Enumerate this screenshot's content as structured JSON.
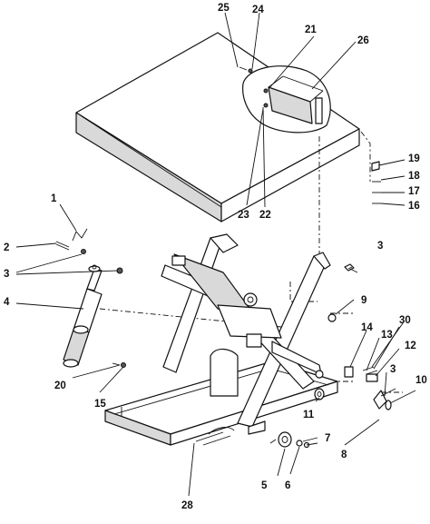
{
  "callouts": [
    "1",
    "2",
    "3",
    "3",
    "4",
    "5",
    "6",
    "7",
    "8",
    "9",
    "10",
    "11",
    "12",
    "13",
    "14",
    "15",
    "16",
    "17",
    "18",
    "19",
    "20",
    "21",
    "22",
    "23",
    "24",
    "25",
    "26",
    "28",
    "30",
    "3"
  ]
}
